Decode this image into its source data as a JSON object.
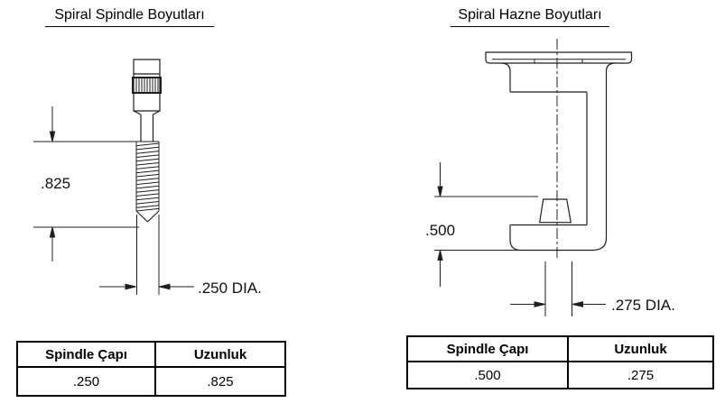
{
  "left_panel": {
    "title": "Spiral Spindle Boyutları",
    "dimensions": {
      "length": ".825",
      "diameter": ".250 DIA."
    },
    "table": {
      "headers": [
        "Spindle Çapı",
        "Uzunluk"
      ],
      "rows": [
        [
          ".250",
          ".825"
        ]
      ]
    }
  },
  "right_panel": {
    "title": "Spiral Hazne Boyutları",
    "dimensions": {
      "depth": ".500",
      "diameter": ".275 DIA."
    },
    "table": {
      "headers": [
        "Spindle Çapı",
        "Uzunluk"
      ],
      "rows": [
        [
          ".500",
          ".275"
        ]
      ]
    }
  },
  "colors": {
    "line": "#1f1f1f",
    "text": "#000000",
    "background": "#ffffff"
  }
}
